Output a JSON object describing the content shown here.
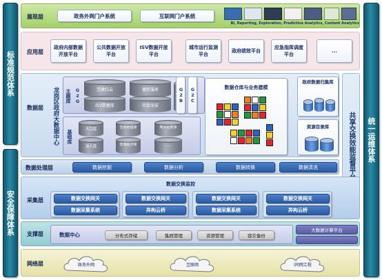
{
  "side": {
    "left_top": "标准规范体系",
    "left_bottom": "安全保障体系",
    "right": "统一运维体系",
    "shared_platform": "共享交换效能监督平台"
  },
  "presentation": {
    "label": "展现层",
    "portals": [
      "政务外网门户系统",
      "互联网门户系统"
    ],
    "bi_caption": "BI, Reporting, Exploration, Predictive Analytics, Content Analytics"
  },
  "application": {
    "label": "应用层",
    "apps": [
      "政府内部数据开放平台",
      "公共数据开放平台",
      "ISV数据开放平台",
      "城市运行监测平台",
      "政府绩效平台",
      "应急指挥调度平台",
      "..."
    ]
  },
  "data_layer": {
    "label": "数据层",
    "center_name": "龙岗区政府大数据中心",
    "theme_label": "主题库",
    "theme_tags": [
      "G2G",
      "G2B",
      "G2C"
    ],
    "theme_items": [
      "党建红云",
      "便民服务",
      "ISV数据库",
      "社会治安"
    ],
    "base_label": "基础库",
    "base_items": [
      "人口库",
      "空间地理库",
      "电子证照库",
      "法人库",
      "宏观经济库",
      "……"
    ],
    "warehouse": "数据仓库与业务建模",
    "gov_collection": "政府数据归集库",
    "resource_catalog": "资源目录库"
  },
  "processing": {
    "label": "数据处理层",
    "items": [
      "数据挖掘",
      "数据分析",
      "数据转换",
      "数据清洗"
    ]
  },
  "collection": {
    "label": "采集层",
    "monitor": "数据交换监控",
    "groups": [
      {
        "top": "数据交换网关",
        "bottom": "数据采集系统"
      },
      {
        "top": "数据交换网关",
        "bottom": "异构云桥"
      },
      {
        "top": "数据交换网关",
        "bottom": "数据采集系统"
      },
      {
        "top": "数据交换网关",
        "bottom": "异构云桥"
      }
    ]
  },
  "support": {
    "label": "支撑层",
    "data_center": "数据中心",
    "items": [
      "分布式存储",
      "集群管理",
      "资源管理",
      "容灾备份"
    ],
    "bigdata": "大数据计算平台"
  },
  "network": {
    "label": "网络层",
    "clouds": [
      "政务外网",
      "互联网",
      "i同网工程"
    ]
  }
}
